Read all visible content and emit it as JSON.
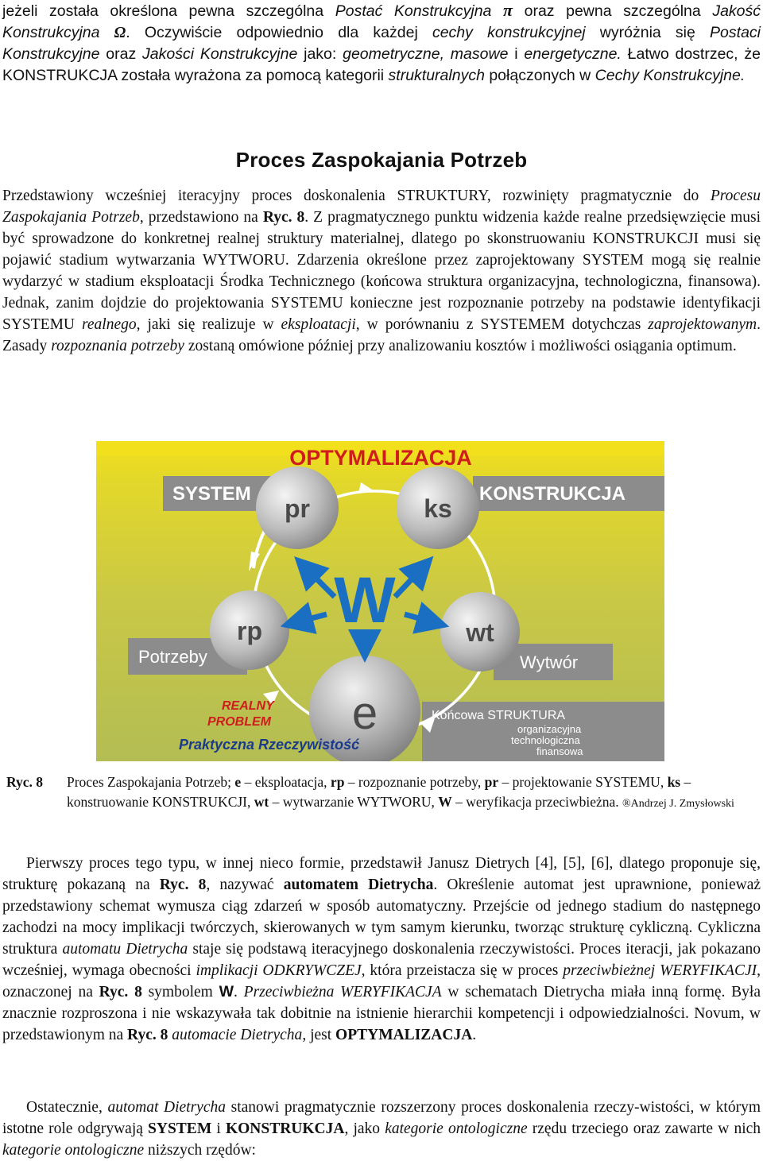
{
  "top_paragraph": {
    "s1": "jeżeli została określona pewna szczególna ",
    "i1": "Postać Konstrukcyjna",
    "pi": "π",
    "s2": " oraz pewna szczególna ",
    "i2": "Jakość Konstrukcyjna",
    "omega": "Ω",
    "s3": ". Oczywiście odpowiednio dla każdej ",
    "i3": "cechy konstrukcyjnej",
    "s4": " wyróżnia się ",
    "i4": "Postaci Konstrukcyjne",
    "s5": " oraz ",
    "i5": "Jakości Konstrukcyjne",
    "s6": " jako: ",
    "i6": "geometryczne, masowe",
    "s7": " i ",
    "i7": "energetyczne.",
    "s8": " Łatwo dostrzec, że KONSTRUKCJA została wyrażona za pomocą kategorii ",
    "i8": "strukturalnych",
    "s9": " połączonych w ",
    "i9": "Cechy Konstrukcyjne."
  },
  "heading": "Proces Zaspokajania Potrzeb",
  "para1": {
    "s1": "Przedstawiony wcześniej iteracyjny proces doskonalenia STRUKTURY, rozwinięty pragmatycznie do ",
    "i1": "Procesu Zaspokajania Potrzeb",
    "s2": ", przedstawiono na ",
    "b1": "Ryc. 8",
    "s3": ". Z pragmatycznego punktu widzenia każde realne przedsięwzięcie musi być sprowadzone do konkretnej realnej struktury materialnej, dlatego po skonstruowaniu KONSTRUKCJI musi się pojawić stadium wytwarzania WYTWORU. Zdarzenia określone przez zaprojektowany SYSTEM mogą się realnie wydarzyć w stadium eksploatacji Środka Technicznego (końcowa struktura organizacyjna, technologiczna, finansowa). Jednak, zanim dojdzie do projektowania SYSTEMU konieczne jest rozpoznanie potrzeby na podstawie identyfikacji SYSTEMU ",
    "i2": "realnego",
    "s4": ", jaki się realizuje w ",
    "i3": "eksploatacji",
    "s5": ", w porównaniu z SYSTEMEM dotychczas ",
    "i4": "zaprojektowanym",
    "s6": ". Zasady ",
    "i5": "rozpoznania potrzeby",
    "s7": " zostaną omówione później przy analizowaniu kosztów i możliwości osiągania optimum."
  },
  "figure": {
    "top_label": "OPTYMALIZACJA",
    "system": "SYSTEM",
    "konstrukcja": "KONSTRUKCJA",
    "pr": "pr",
    "ks": "ks",
    "rp": "rp",
    "wt": "wt",
    "e": "e",
    "w": "W",
    "potrzeby": "Potrzeby",
    "wytwor": "Wytwór",
    "realny": "REALNY",
    "problem": "PROBLEM",
    "praktyczna": "Praktyczna Rzeczywistość",
    "koncowa": "Końcowa STRUKTURA",
    "koncowa_items": [
      "organizacyjna",
      "technologiczna",
      "finansowa"
    ],
    "colors": {
      "yellow_bg": "#f2df1a",
      "olive_bg": "#bcc24a",
      "grey_bar": "#8c8c8c",
      "red_text": "#cf1d1d",
      "blue": "#1a6fc2",
      "navy": "#1b3a8a"
    }
  },
  "caption": {
    "label": "Ryc. 8",
    "s1": "Proces Zaspokajania Potrzeb; ",
    "b1": "e",
    "s2": " – eksploatacja, ",
    "b2": "rp",
    "s3": " – rozpoznanie potrzeby, ",
    "b3": "pr",
    "s4": " – projektowanie SYSTEMU, ",
    "b4": "ks",
    "s5": " – konstruowanie KONSTRUKCJI, ",
    "b5": "wt",
    "s6": " – wytwarzanie WYTWORU, ",
    "b6": "W",
    "s7": " – weryfikacja przeciwbieżna. ",
    "credit": "®Andrzej J. Zmysłowski"
  },
  "para2": {
    "s1": "Pierwszy proces tego typu, w innej nieco formie, przedstawił Janusz Dietrych [4], [5], [6], dlatego proponuje się, strukturę pokazaną na ",
    "b1": "Ryc. 8",
    "s2": ", nazywać ",
    "b2": "automatem Dietrycha",
    "s3": ". Określenie automat jest uprawnione, ponieważ przedstawiony schemat wymusza ciąg zdarzeń w sposób automatyczny. Przejście od jednego stadium do następnego zachodzi na mocy implikacji twórczych, skierowanych w tym samym kierunku, tworząc strukturę cykliczną. Cykliczna struktura ",
    "i1": "automatu Dietrycha",
    "s4": " staje się podstawą iteracyjnego doskonalenia rzeczywistości. Proces iteracji, jak pokazano wcześniej, wymaga obecności ",
    "i2": "implikacji ODKRYWCZEJ",
    "s5": ", która przeistacza się w proces ",
    "i3": "przeciwbieżnej WERYFIKACJI",
    "s6": ", oznaczonej na ",
    "b3": "Ryc. 8",
    "s7": " symbolem ",
    "b4": "W",
    "s8": ". ",
    "i4": "Przeciwbieżna WERYFIKACJA",
    "s9": " w schematach Dietrycha miała inną formę. Była znacznie rozproszona i nie wskazywała tak dobitnie na istnienie hierarchii kompetencji i odpowiedzialności. Novum, w przedstawionym na ",
    "b5": "Ryc. 8",
    "s10": " ",
    "i5": "automacie Dietrycha",
    "s11": ", jest ",
    "b6": "OPTYMALIZACJA",
    "s12": "."
  },
  "para3": {
    "s1": "Ostatecznie, ",
    "i1": "automat Dietrycha",
    "s2": " stanowi pragmatycznie rozszerzony proces doskonalenia rzeczy-wistości, w którym istotne role odgrywają ",
    "b1": "SYSTEM",
    "s3": " i ",
    "b2": "KONSTRUKCJA",
    "s4": ", jako ",
    "i2": "kategorie ontologiczne",
    "s5": " rzędu trzeciego oraz zawarte w nich ",
    "i3": "kategorie ontologiczne",
    "s6": " niższych rzędów:"
  }
}
